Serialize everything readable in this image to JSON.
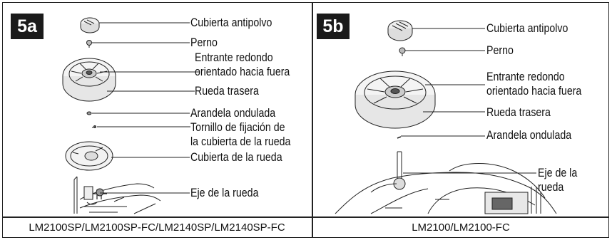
{
  "panel_a": {
    "tag": "5a",
    "labels": {
      "dust_cover": "Cubierta antipolvo",
      "bolt": "Perno",
      "round_recess_1": "Entrante redondo",
      "round_recess_2": "orientado hacia fuera",
      "rear_wheel": "Rueda trasera",
      "wave_washer": "Arandela ondulada",
      "screw_1": "Tornillo de fijación de",
      "screw_2": "la cubierta de la rueda",
      "wheel_cover": "Cubierta de la rueda",
      "axle": "Eje de la rueda"
    },
    "caption": "LM2100SP/LM2100SP-FC/LM2140SP/LM2140SP-FC"
  },
  "panel_b": {
    "tag": "5b",
    "labels": {
      "dust_cover": "Cubierta antipolvo",
      "bolt": "Perno",
      "round_recess_1": "Entrante redondo",
      "round_recess_2": "orientado hacia fuera",
      "rear_wheel": "Rueda trasera",
      "wave_washer": "Arandela ondulada",
      "axle_1": "Eje de la",
      "axle_2": "rueda"
    },
    "caption": "LM2100/LM2100-FC"
  }
}
